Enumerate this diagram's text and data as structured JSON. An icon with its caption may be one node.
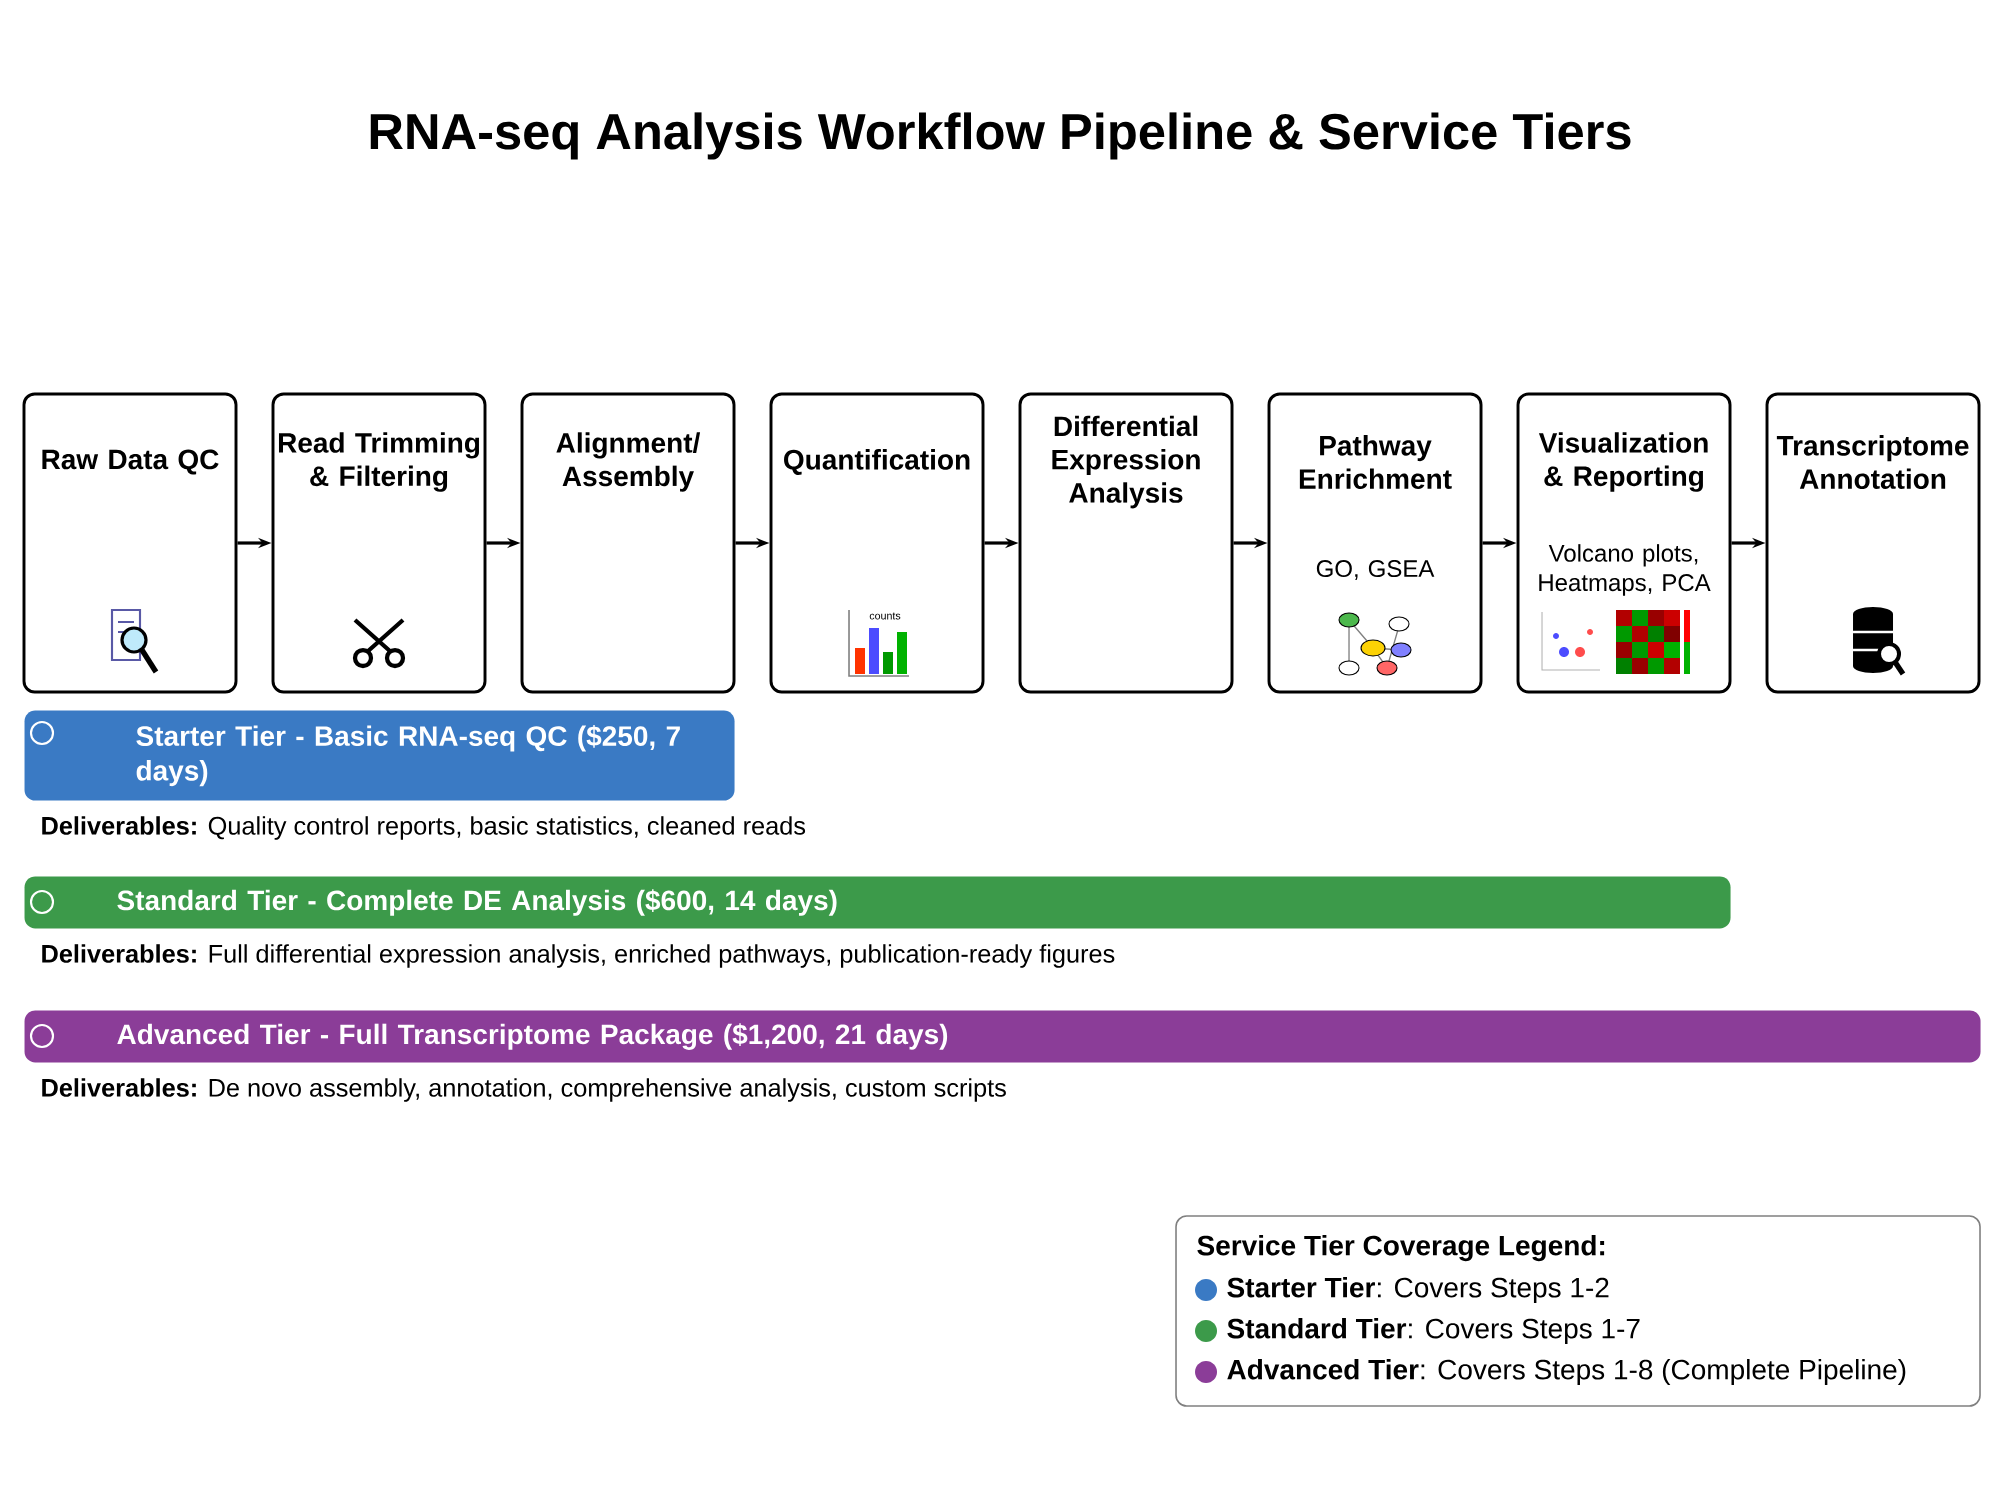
{
  "diagram": {
    "title": "RNA-seq Analysis Workflow Pipeline & Service Tiers",
    "nodes": [
      {
        "text": [
          "Raw Data QC"
        ]
      },
      {
        "text": [
          "Read Trimming & Filtering"
        ]
      },
      {
        "text": [
          "Alignment/ Assembly"
        ]
      },
      {
        "text": [
          "Quantification"
        ]
      },
      {
        "text": [
          "Differential Expression Analysis"
        ]
      },
      {
        "text": [
          "Pathway Enrichment",
          "GO, GSEA"
        ]
      },
      {
        "text": [
          "Visualization & Reporting",
          "Volcano plots, Heatmaps, PCA"
        ]
      },
      {
        "text": [
          "Transcriptome Annotation"
        ]
      },
      {
        "text": [
          "Starter Tier - Basic RNA-seq QC ($250, 7 days)"
        ],
        "beside": [
          "**Deliverables:** Quality control reports, basic statistics, cleaned reads"
        ]
      },
      {
        "text": [
          "Standard Tier - Complete DE Analysis ($600, 14 days)"
        ],
        "beside": [
          "**Deliverables:** Full differential expression analysis, enriched pathways, publication-ready figures"
        ]
      },
      {
        "text": [
          "Advanced Tier - Full Transcriptome Package ($1,200, 21 days)"
        ],
        "beside": [
          "**Deliverables:** De novo assembly, annotation, comprehensive analysis, custom scripts"
        ]
      }
    ],
    "edges": [
      {
        "from": 0,
        "to": 1,
        "arrow": "to"
      },
      {
        "from": 1,
        "to": 2,
        "arrow": "to"
      },
      {
        "from": 2,
        "to": 3,
        "arrow": "to"
      },
      {
        "from": 3,
        "to": 4,
        "arrow": "to"
      },
      {
        "from": 4,
        "to": 5,
        "arrow": "to"
      },
      {
        "from": 5,
        "to": 6,
        "arrow": "to"
      },
      {
        "from": 6,
        "to": 7,
        "arrow": "to"
      }
    ],
    "labels": [
      "counts",
      "Service Tier Coverage Legend:"
    ],
    "legend": [
      {
        "text": "**Starter Tier**: Covers Steps 1-2",
        "color": "#3a7ac4"
      },
      {
        "text": "**Standard Tier**: Covers Steps 1-7",
        "color": "#3c9a4a"
      },
      {
        "text": "**Advanced Tier**: Covers Steps 1-8 (Complete Pipeline)",
        "color": "#8b3d98"
      }
    ]
  }
}
